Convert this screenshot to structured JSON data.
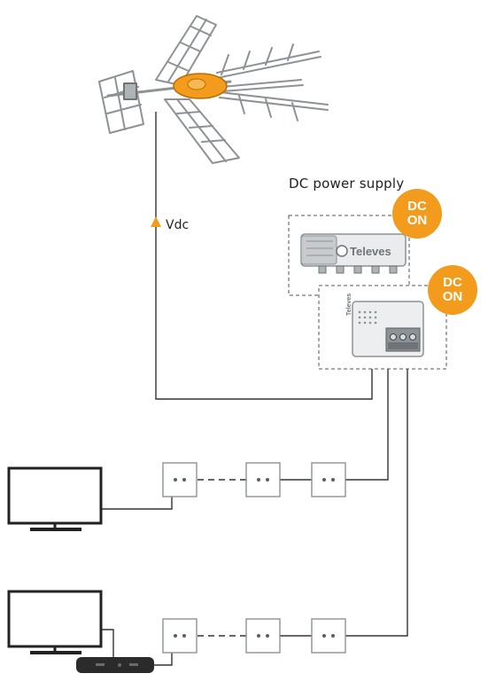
{
  "labels": {
    "power_supply_title": "DC power supply",
    "vdc": "Vdc"
  },
  "badges": [
    {
      "line1": "DC",
      "line2": "ON"
    },
    {
      "line1": "DC",
      "line2": "ON"
    }
  ],
  "brand": {
    "supply_unit": "Televes",
    "amplifier_unit": "Televes"
  },
  "colors": {
    "accent_orange": "#F29B1D",
    "line": "#333333",
    "device_gray": "#8d9296"
  },
  "icons": {
    "antenna": "yagi-antenna-icon",
    "tv": "tv-icon",
    "wall_outlet": "wall-socket-icon",
    "set_top_box": "set-top-box-icon",
    "arrow": "arrow-up-icon"
  }
}
